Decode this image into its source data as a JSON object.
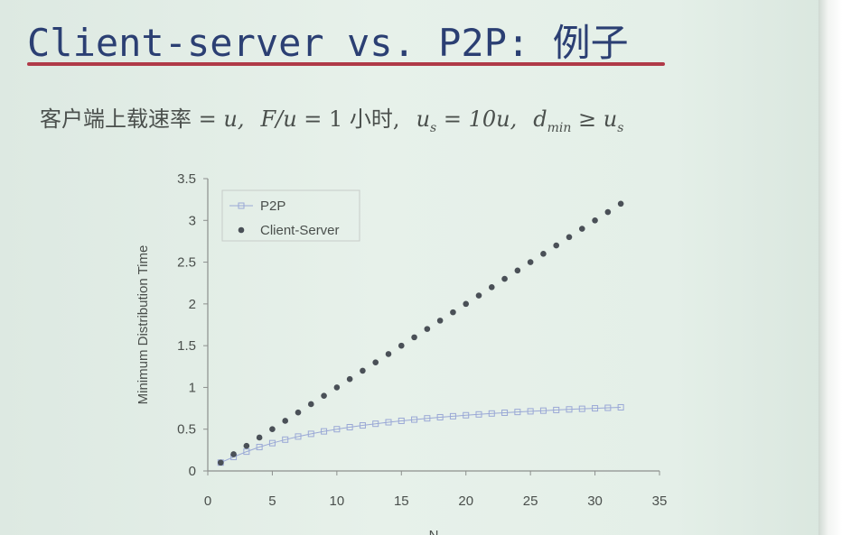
{
  "slide": {
    "title": "Client-server vs. P2P: 例子",
    "subtitle": {
      "label_upload": "客户端上载速率",
      "eq1": " = u,",
      "f_over_u": "F/u",
      "eq2": " = 1 ",
      "hour": "小时,",
      "us": "u",
      "us_sub": "s",
      "eq3": " = 10u,",
      "dmin": "d",
      "dmin_sub": "min",
      "geq": " ≥ ",
      "us2": "u",
      "us2_sub": "s"
    }
  },
  "colors": {
    "title": "#2b3f73",
    "underline": "#b03a48",
    "p2p": "#9aa8d6",
    "client_server": "#4a5057",
    "axis": "#8c8f8d"
  },
  "chart_data": {
    "type": "scatter",
    "xlabel": "N",
    "ylabel": "Minimum Distribution Time",
    "xlim": [
      0,
      35
    ],
    "ylim": [
      0,
      3.5
    ],
    "xticks": [
      "0",
      "5",
      "10",
      "15",
      "20",
      "25",
      "30",
      "35"
    ],
    "yticks": [
      "0",
      "0.5",
      "1",
      "1.5",
      "2",
      "2.5",
      "3",
      "3.5"
    ],
    "legend_position": "top-left",
    "grid": false,
    "x": [
      1,
      2,
      3,
      4,
      5,
      6,
      7,
      8,
      9,
      10,
      11,
      12,
      13,
      14,
      15,
      16,
      17,
      18,
      19,
      20,
      21,
      22,
      23,
      24,
      25,
      26,
      27,
      28,
      29,
      30,
      31,
      32
    ],
    "series": [
      {
        "name": "P2P",
        "marker": "open-square",
        "values": [
          0.1,
          0.167,
          0.231,
          0.286,
          0.333,
          0.375,
          0.412,
          0.444,
          0.474,
          0.5,
          0.524,
          0.545,
          0.565,
          0.583,
          0.6,
          0.615,
          0.63,
          0.643,
          0.655,
          0.667,
          0.677,
          0.688,
          0.697,
          0.706,
          0.714,
          0.722,
          0.73,
          0.737,
          0.744,
          0.75,
          0.756,
          0.762
        ]
      },
      {
        "name": "Client-Server",
        "marker": "filled-circle",
        "values": [
          0.1,
          0.2,
          0.3,
          0.4,
          0.5,
          0.6,
          0.7,
          0.8,
          0.9,
          1.0,
          1.1,
          1.2,
          1.3,
          1.4,
          1.5,
          1.6,
          1.7,
          1.8,
          1.9,
          2.0,
          2.1,
          2.2,
          2.3,
          2.4,
          2.5,
          2.6,
          2.7,
          2.8,
          2.9,
          3.0,
          3.1,
          3.2
        ]
      }
    ]
  }
}
